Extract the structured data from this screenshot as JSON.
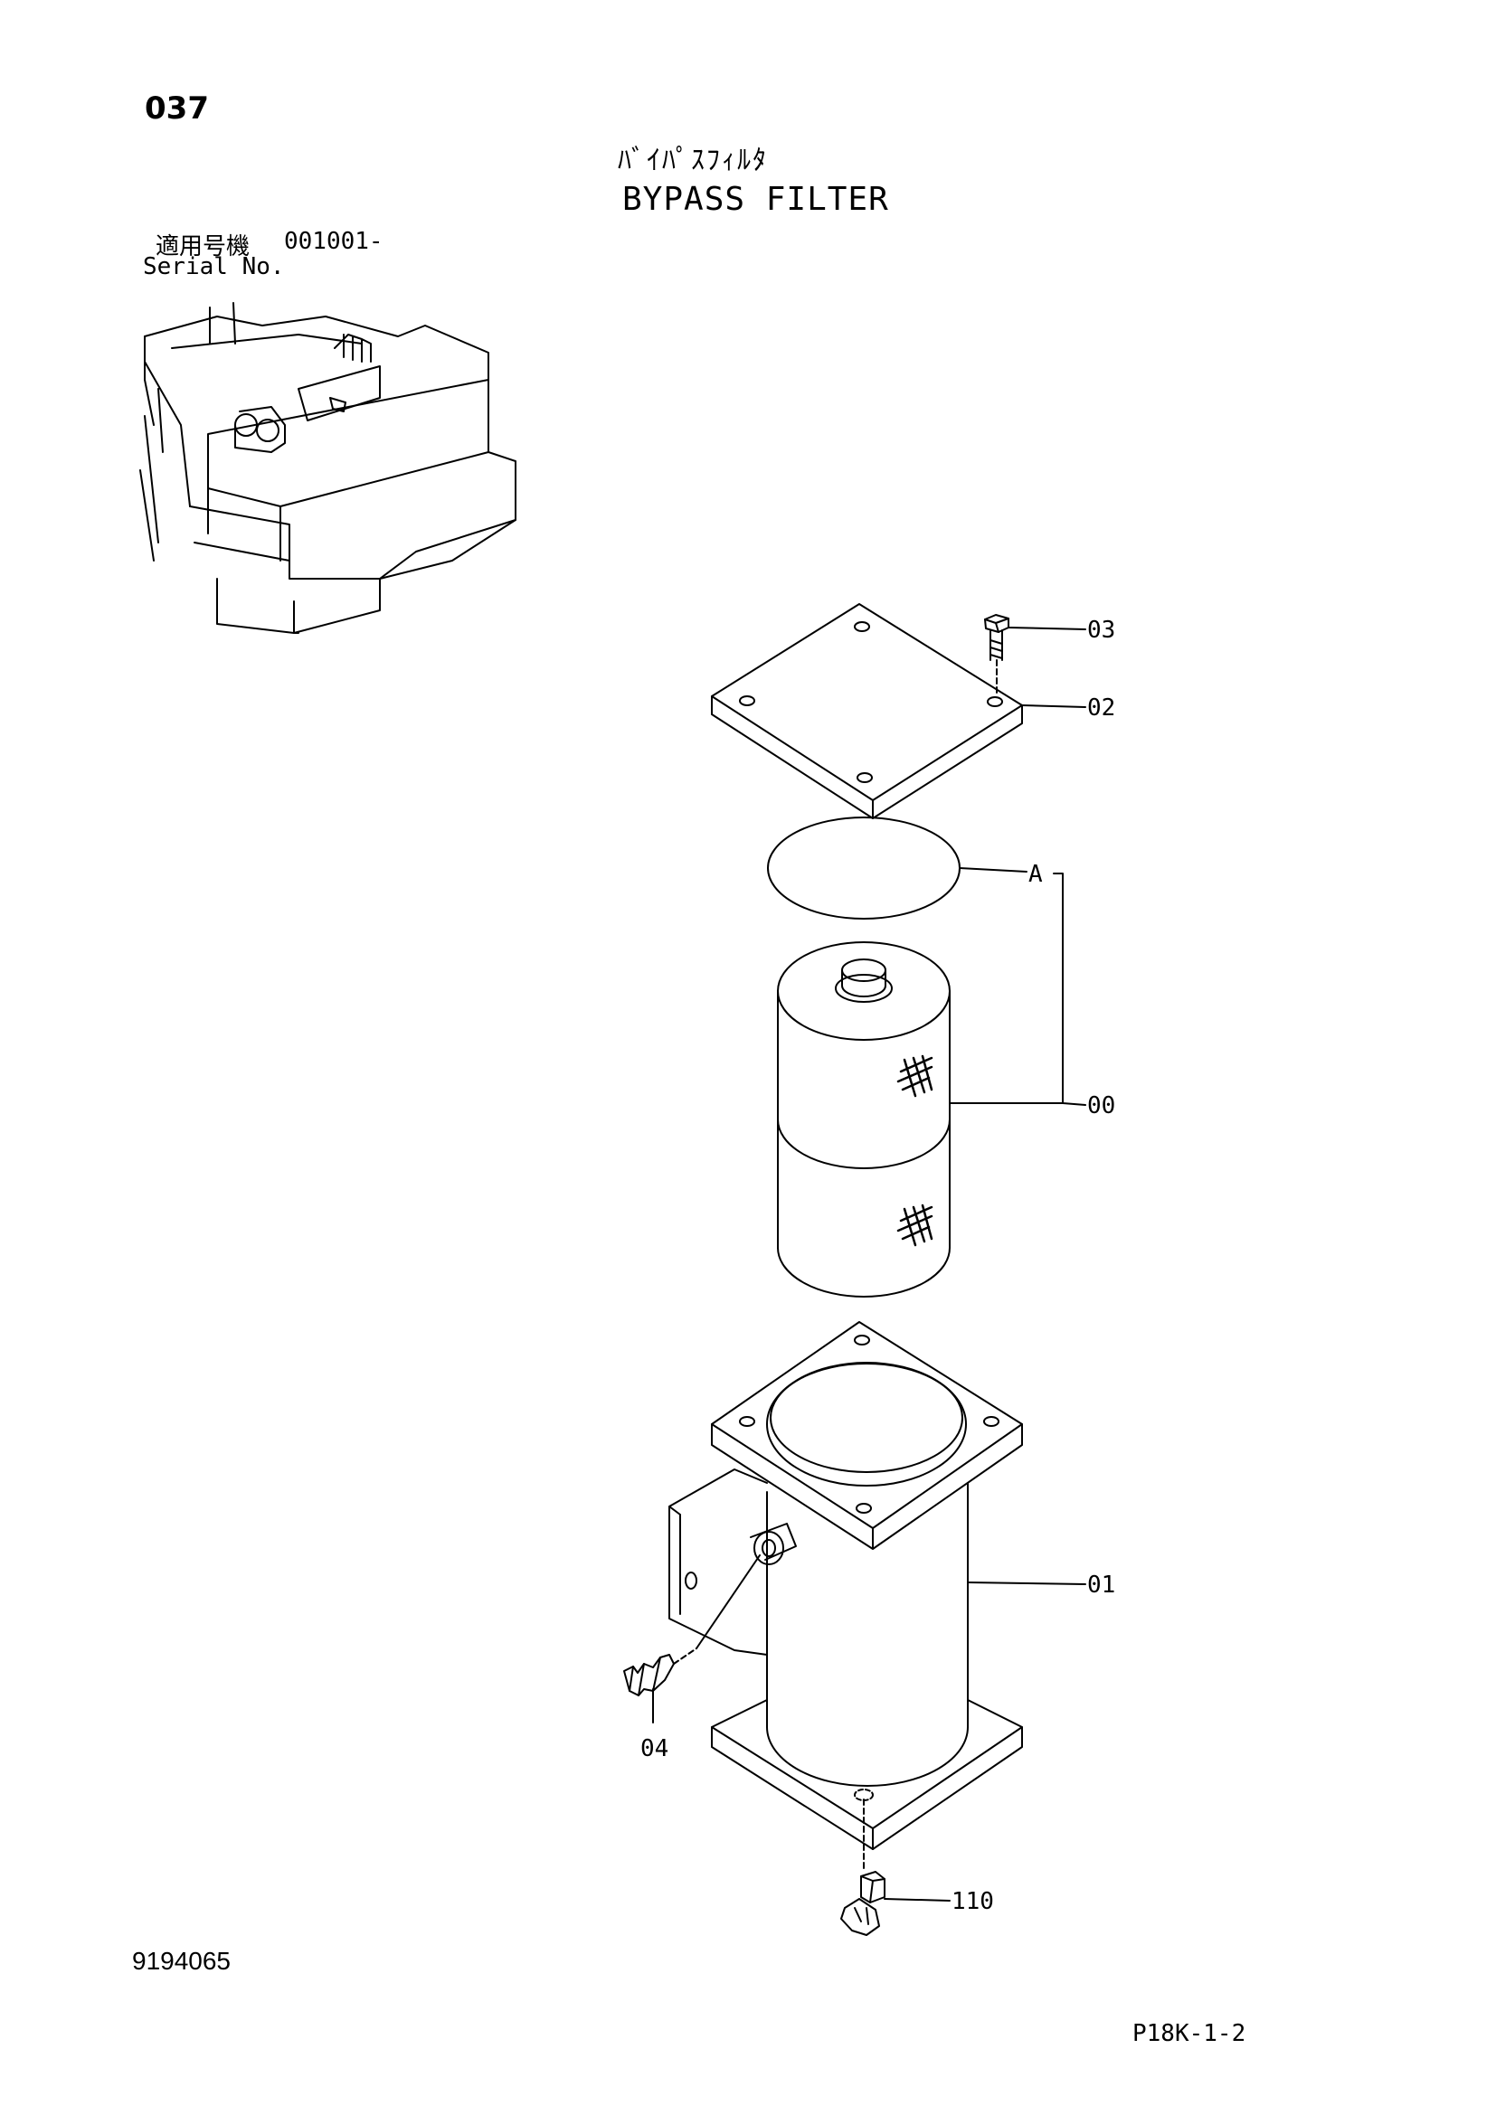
{
  "header": {
    "page_number": "037",
    "title_jp": "ﾊﾞｲﾊﾟｽﾌｨﾙﾀ",
    "title_en": "BYPASS FILTER"
  },
  "serial": {
    "label_jp": "適用号機",
    "number": "001001-",
    "label_en": "Serial No."
  },
  "callouts": {
    "c03": "03",
    "c02": "02",
    "cA": "A",
    "c00": "00",
    "c01": "01",
    "c04": "04",
    "c110": "110"
  },
  "footer": {
    "doc_number": "9194065",
    "page_ref": "P18K-1-2"
  }
}
